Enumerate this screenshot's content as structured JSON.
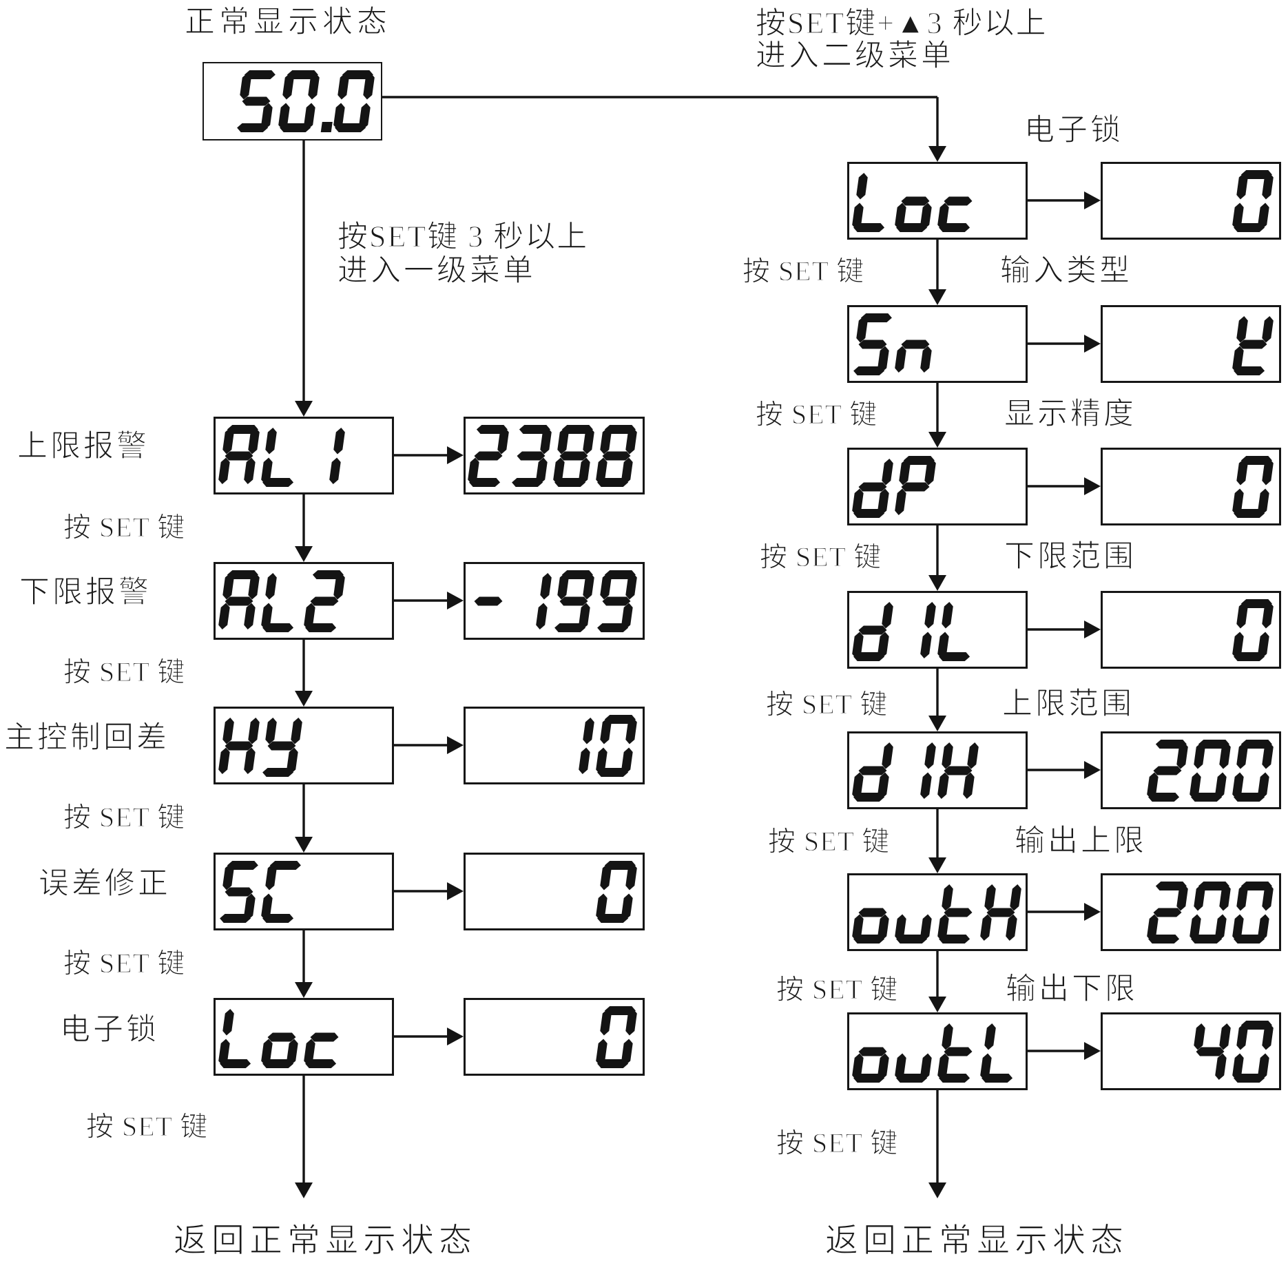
{
  "titles": {
    "normal_state": "正常显示状态",
    "enter_level1_line1": "按SET键 3 秒以上",
    "enter_level1_line2": "进入一级菜单",
    "enter_level2_line1": "按SET键+▲3 秒以上",
    "enter_level2_line2": "进入二级菜单",
    "press_set": "按 SET 键",
    "return_left": "返回正常显示状态",
    "return_right": "返回正常显示状态"
  },
  "main_display": {
    "value": "50.0"
  },
  "left_menu": {
    "rows": [
      {
        "label": "上限报警",
        "param": "AL1",
        "value": "2388"
      },
      {
        "label": "下限报警",
        "param": "AL2",
        "value": "-199"
      },
      {
        "label": "主控制回差",
        "param": "HY",
        "value": "10"
      },
      {
        "label": "误差修正",
        "param": "SC",
        "value": "0"
      },
      {
        "label": "电子锁",
        "param": "Loc",
        "value": "0"
      }
    ]
  },
  "right_menu": {
    "rows": [
      {
        "label": "电子锁",
        "param": "Loc",
        "value": "0"
      },
      {
        "label": "输入类型",
        "param": "Sn",
        "value": "§"
      },
      {
        "label": "显示精度",
        "param": "dP",
        "value": "0"
      },
      {
        "label": "下限范围",
        "param": "d1L",
        "value": "0"
      },
      {
        "label": "上限范围",
        "param": "d1H",
        "value": "200"
      },
      {
        "label": "输出上限",
        "param": "outH",
        "value": "200"
      },
      {
        "label": "输出下限",
        "param": "outL",
        "value": "40"
      }
    ]
  },
  "colors": {
    "ink": "#141414",
    "background": "#ffffff"
  }
}
